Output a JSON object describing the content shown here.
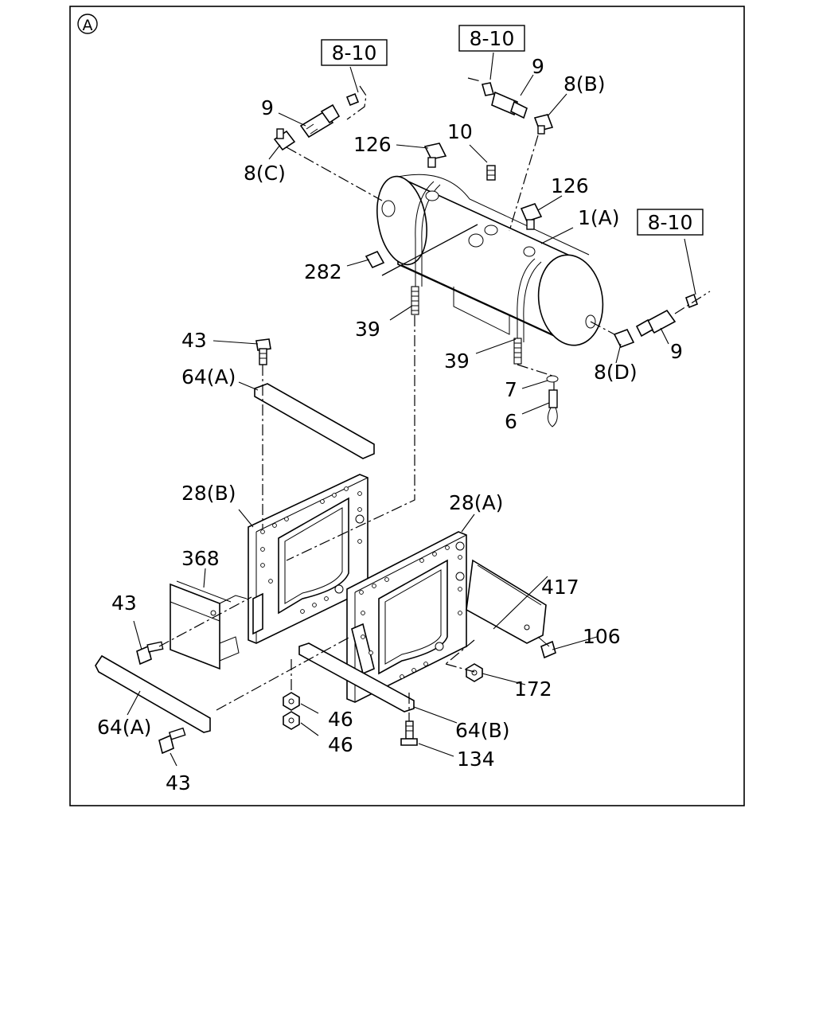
{
  "diagram": {
    "section_marker": "A",
    "ref_boxes": [
      "8-10",
      "8-10",
      "8-10"
    ],
    "labels": {
      "l9_top": "9",
      "l8C": "8(C)",
      "l126_top": "126",
      "l10": "10",
      "l9_right_top": "9",
      "l8B": "8(B)",
      "l126_right": "126",
      "l1A": "1(A)",
      "l282": "282",
      "l39_left": "39",
      "l39_right": "39",
      "l9_right": "9",
      "l8D": "8(D)",
      "l7": "7",
      "l6": "6",
      "l43_top": "43",
      "l64A_top": "64(A)",
      "l28B": "28(B)",
      "l28A": "28(A)",
      "l417": "417",
      "l368": "368",
      "l43_mid": "43",
      "l106": "106",
      "l172": "172",
      "l64A_bottom": "64(A)",
      "l46_a": "46",
      "l46_b": "46",
      "l64B": "64(B)",
      "l134": "134",
      "l43_bottom": "43"
    }
  }
}
